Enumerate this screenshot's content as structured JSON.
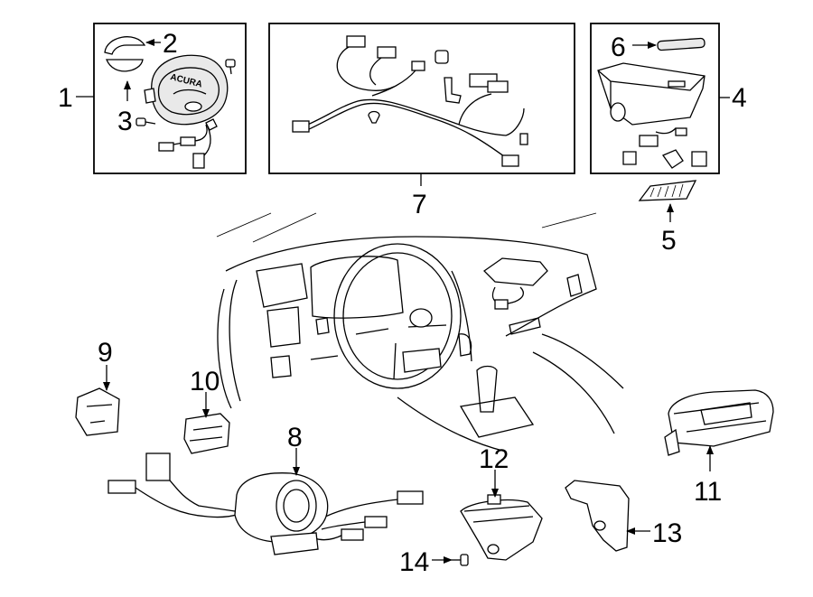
{
  "callouts": {
    "c1": "1",
    "c2": "2",
    "c3": "3",
    "c4": "4",
    "c5": "5",
    "c6": "6",
    "c7": "7",
    "c8": "8",
    "c9": "9",
    "c10": "10",
    "c11": "11",
    "c12": "12",
    "c13": "13",
    "c14": "14"
  },
  "labels": {
    "airbag_brand": "ACURA"
  }
}
